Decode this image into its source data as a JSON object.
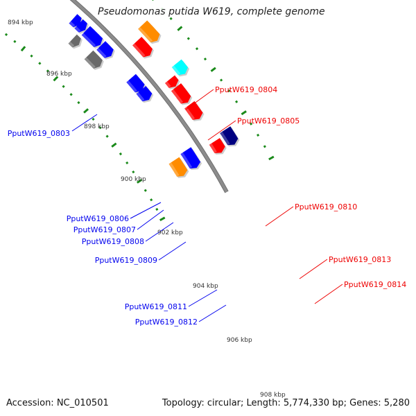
{
  "title": "Pseudomonas putida W619, complete genome",
  "footer": {
    "accession": "Accession: NC_010501",
    "summary": "Topology: circular; Length: 5,774,330 bp; Genes: 5,280"
  },
  "colors": {
    "backbone": "#8c8c8c",
    "tick": "#1a8a1a",
    "label_left": "#0000ee",
    "label_right": "#ee0000"
  },
  "scale_labels": [
    "894 kbp",
    "896 kbp",
    "898 kbp",
    "900 kbp",
    "902 kbp",
    "904 kbp",
    "906 kbp",
    "908 kbp"
  ],
  "gene_labels": {
    "left": [
      "PputW619_0803",
      "PputW619_0806",
      "PputW619_0807",
      "PputW619_0808",
      "PputW619_0809",
      "PputW619_0811",
      "PputW619_0812"
    ],
    "right": [
      "PputW619_0804",
      "PputW619_0805",
      "PputW619_0810",
      "PputW619_0813",
      "PputW619_0814"
    ]
  },
  "genes": [
    {
      "strand": "inner",
      "track": 1,
      "start": 0.0,
      "end": 0.035,
      "color": "#0000ff"
    },
    {
      "strand": "outer",
      "track": 0,
      "start": 0.02,
      "end": 0.175,
      "color": "#ff0000"
    },
    {
      "strand": "outer",
      "track": 1,
      "start": 0.01,
      "end": 0.18,
      "color": "#4682b4"
    },
    {
      "strand": "inner",
      "track": 1,
      "start": 0.245,
      "end": 0.305,
      "color": "#6a5acd"
    },
    {
      "strand": "inner",
      "track": 0,
      "start": 0.24,
      "end": 0.305,
      "color": "#0000ff"
    },
    {
      "strand": "outer",
      "track": 0,
      "start": 0.315,
      "end": 0.39,
      "color": "#ff0000"
    },
    {
      "strand": "outer",
      "track": 1,
      "start": 0.295,
      "end": 0.375,
      "color": "#696969"
    },
    {
      "strand": "outer",
      "track": 0,
      "start": 0.395,
      "end": 0.435,
      "color": "#ff0000"
    },
    {
      "strand": "outer",
      "track": 1,
      "start": 0.385,
      "end": 0.43,
      "color": "#c0c0c0"
    },
    {
      "strand": "inner",
      "track": 0,
      "start": 0.505,
      "end": 0.52,
      "color": "#0000ff"
    },
    {
      "strand": "inner",
      "track": 0,
      "start": 0.525,
      "end": 0.54,
      "color": "#0000ff"
    },
    {
      "strand": "inner",
      "track": 1,
      "start": 0.54,
      "end": 0.555,
      "color": "#696969"
    },
    {
      "strand": "inner",
      "track": 0,
      "start": 0.55,
      "end": 0.595,
      "color": "#0000ff"
    },
    {
      "strand": "inner",
      "track": 0,
      "start": 0.605,
      "end": 0.635,
      "color": "#0000ff"
    },
    {
      "strand": "inner",
      "track": 1,
      "start": 0.6,
      "end": 0.635,
      "color": "#696969"
    },
    {
      "strand": "outer",
      "track": 0,
      "start": 0.66,
      "end": 0.7,
      "color": "#ff0000"
    },
    {
      "strand": "outer",
      "track": 1,
      "start": 0.64,
      "end": 0.685,
      "color": "#ff8c00"
    },
    {
      "strand": "inner",
      "track": 0,
      "start": 0.72,
      "end": 0.755,
      "color": "#0000ff"
    },
    {
      "strand": "inner",
      "track": 0,
      "start": 0.76,
      "end": 0.785,
      "color": "#0000ff"
    },
    {
      "strand": "outer",
      "track": 0,
      "start": 0.785,
      "end": 0.8,
      "color": "#ff0000"
    },
    {
      "strand": "outer",
      "track": 1,
      "start": 0.765,
      "end": 0.79,
      "color": "#00ffff"
    },
    {
      "strand": "outer",
      "track": 0,
      "start": 0.81,
      "end": 0.85,
      "color": "#ff0000"
    },
    {
      "strand": "outer",
      "track": 0,
      "start": 0.865,
      "end": 0.9,
      "color": "#ff0000"
    },
    {
      "strand": "inner",
      "track": 1,
      "start": 0.96,
      "end": 1.0,
      "color": "#ff8c00"
    },
    {
      "strand": "inner",
      "track": 0,
      "start": 0.955,
      "end": 1.0,
      "color": "#0000ff"
    },
    {
      "strand": "outer",
      "track": 0,
      "start": 0.975,
      "end": 1.0,
      "color": "#ff0000"
    },
    {
      "strand": "outer",
      "track": 1,
      "start": 0.965,
      "end": 1.0,
      "color": "#000080"
    }
  ]
}
